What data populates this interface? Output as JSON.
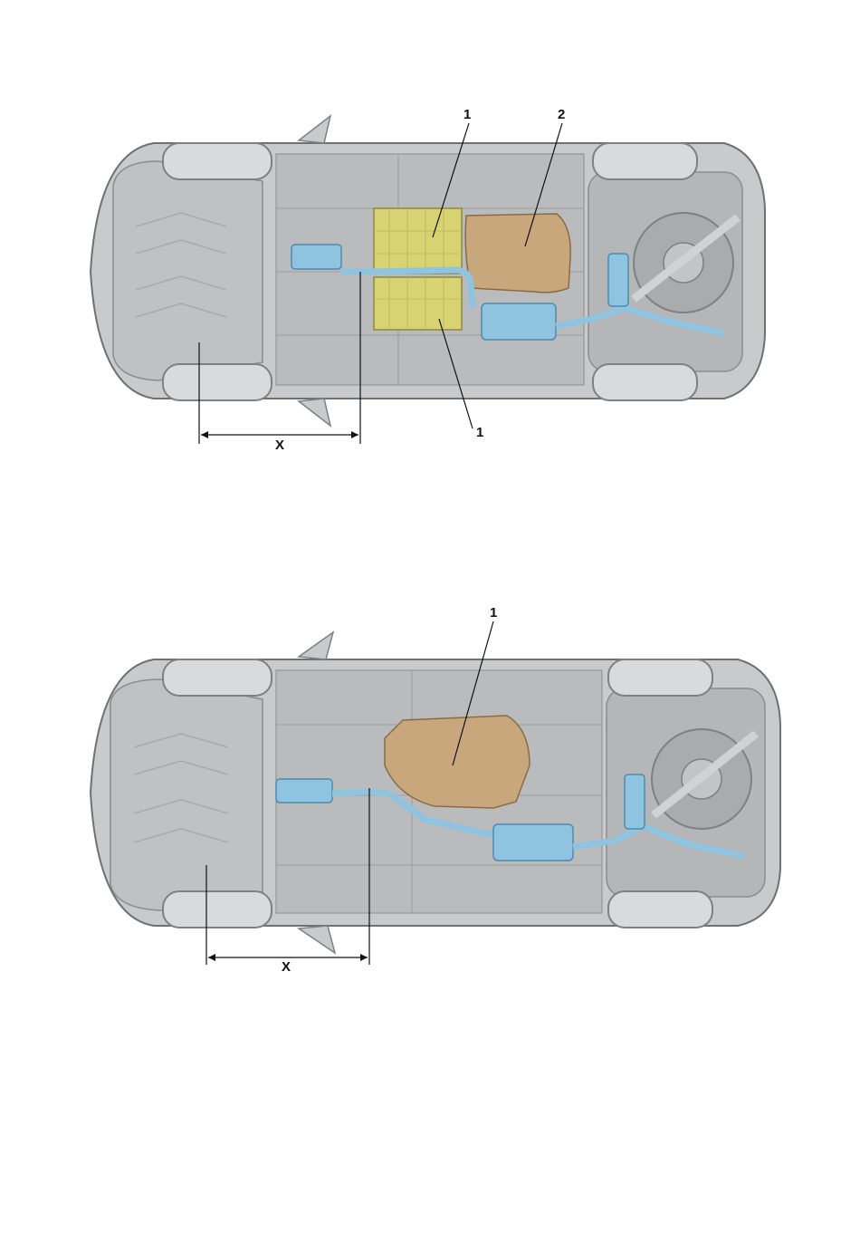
{
  "diagrams": [
    {
      "callouts": [
        {
          "label": "1"
        },
        {
          "label": "2"
        },
        {
          "label": "1"
        }
      ],
      "dimension_label": "X"
    },
    {
      "callouts": [
        {
          "label": "1"
        }
      ],
      "dimension_label": "X"
    }
  ],
  "colors": {
    "body": "#c9cacc",
    "body_dark": "#9ea0a3",
    "outline": "#6e7073",
    "battery": "#d8d372",
    "fuel_tank": "#c9a77c",
    "exhaust": "#8ec4e0"
  }
}
